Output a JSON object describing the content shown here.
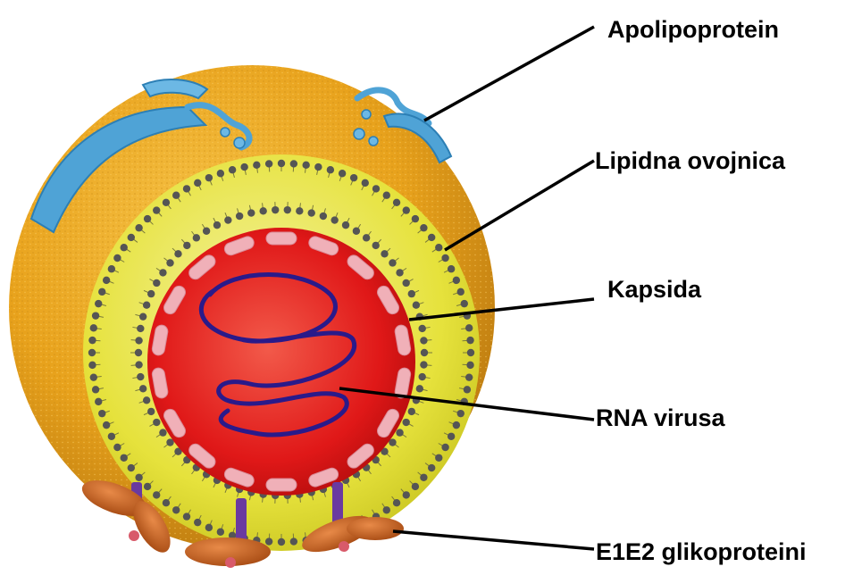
{
  "labels": {
    "apolipoprotein": "Apolipoprotein",
    "lipid_envelope": "Lipidna ovojnica",
    "capsid": "Kapsida",
    "rna": "RNA virusa",
    "glycoproteins": "E1E2 glikoproteini"
  },
  "colors": {
    "outer_sphere": "#e8a21c",
    "envelope": "#e3e03a",
    "capsid_core": "#e01818",
    "rna_strand": "#2a1a8a",
    "apolipoprotein": "#4fa3d6",
    "glycoprotein": "#c8601e",
    "glycoprotein_stalk": "#6a3aa0",
    "capsomer": "#f0b0b8",
    "lipid_head": "#555555"
  }
}
